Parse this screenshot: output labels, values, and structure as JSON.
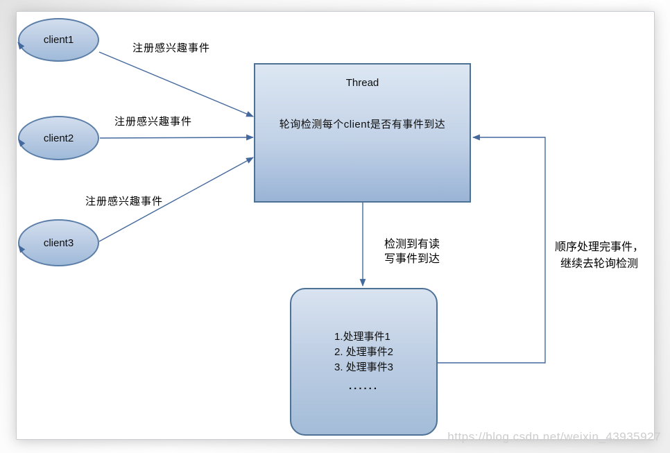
{
  "diagram": {
    "clients": [
      {
        "label": "client1"
      },
      {
        "label": "client2"
      },
      {
        "label": "client3"
      }
    ],
    "register_labels": [
      "注册感兴趣事件",
      "注册感兴趣事件",
      "注册感兴趣事件"
    ],
    "thread": {
      "title": "Thread",
      "body": "轮询检测每个client是否有事件到达"
    },
    "handler": {
      "lines": [
        "1.处理事件1",
        "2. 处理事件2",
        "3. 处理事件3",
        "......"
      ]
    },
    "detect_label": {
      "line1": "检测到有读",
      "line2": "写事件到达"
    },
    "loop_label": {
      "line1": "顺序处理完事件，",
      "line2": "继续去轮询检测"
    }
  },
  "watermark": "https://blog.csdn.net/weixin_43935927",
  "colors": {
    "edge": "#44699d",
    "shape_border": "#4e7196",
    "ellipse_border": "#5b7ea8",
    "shape_fill_top": "#dde7f3",
    "shape_fill_bottom": "#9ab4d6",
    "ellipse_fill_top": "#d2deee",
    "ellipse_fill_bottom": "#9fbad9",
    "watermark_text": "#cdcdcd",
    "canvas_bg": "#ffffff"
  }
}
